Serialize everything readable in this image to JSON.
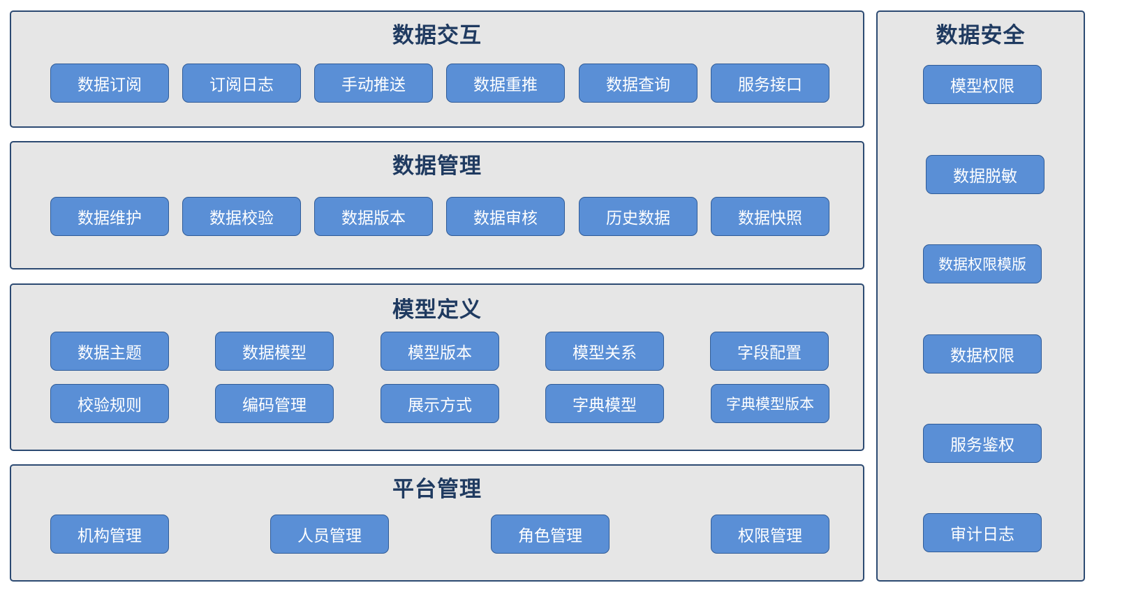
{
  "panels": {
    "interaction": {
      "title": "数据交互",
      "items": [
        "数据订阅",
        "订阅日志",
        "手动推送",
        "数据重推",
        "数据查询",
        "服务接口"
      ]
    },
    "management": {
      "title": "数据管理",
      "items": [
        "数据维护",
        "数据校验",
        "数据版本",
        "数据审核",
        "历史数据",
        "数据快照"
      ]
    },
    "model": {
      "title": "模型定义",
      "row1": [
        "数据主题",
        "数据模型",
        "模型版本",
        "模型关系",
        "字段配置"
      ],
      "row2": [
        "校验规则",
        "编码管理",
        "展示方式",
        "字典模型",
        "字典模型版本"
      ]
    },
    "platform": {
      "title": "平台管理",
      "items": [
        "机构管理",
        "人员管理",
        "角色管理",
        "权限管理"
      ]
    },
    "security": {
      "title": "数据安全",
      "items": [
        "模型权限",
        "数据脱敏",
        "数据权限模版",
        "数据权限",
        "服务鉴权",
        "审计日志"
      ]
    }
  },
  "colors": {
    "panel_bg": "#e6e6e6",
    "panel_border": "#2c4a72",
    "title": "#1f3a60",
    "button_bg": "#5a8fd6",
    "button_border": "#2f5b97",
    "button_text": "#ffffff"
  }
}
